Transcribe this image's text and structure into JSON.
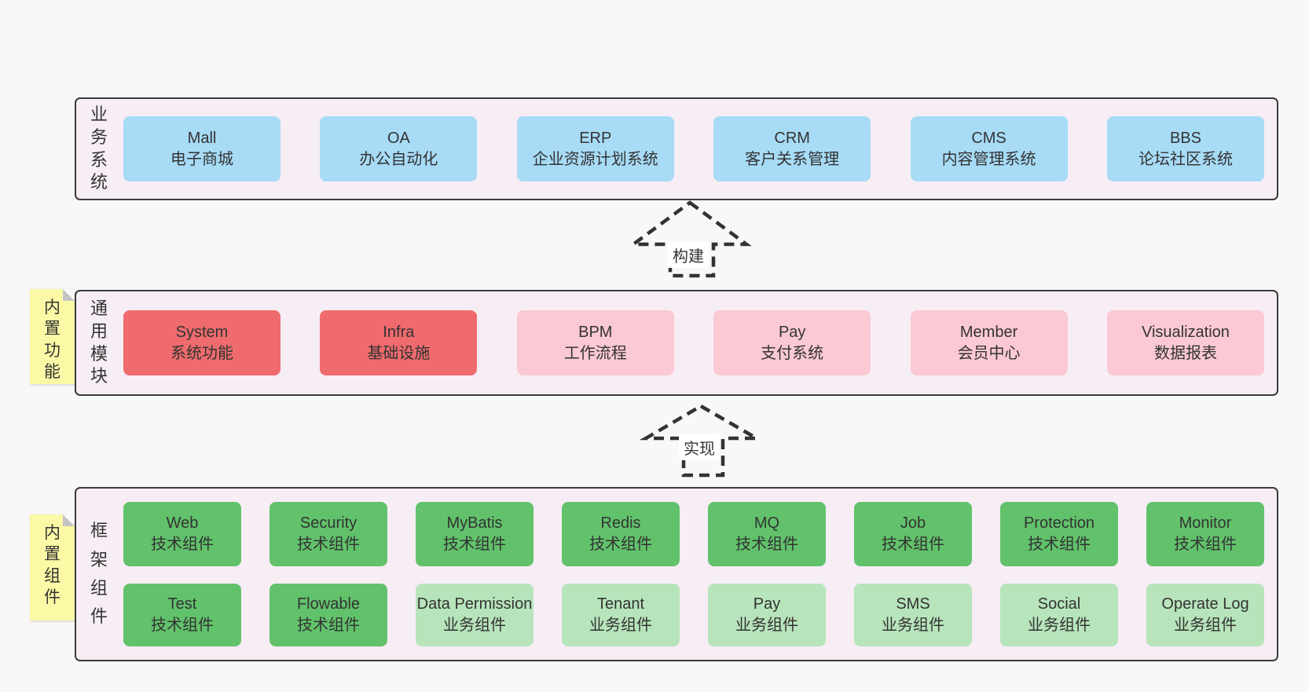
{
  "arrows": {
    "build_label": "构建",
    "implement_label": "实现"
  },
  "bands": {
    "business": {
      "label": "业务系统",
      "boxes": [
        {
          "name": "Mall",
          "subtitle": "电子商城"
        },
        {
          "name": "OA",
          "subtitle": "办公自动化"
        },
        {
          "name": "ERP",
          "subtitle": "企业资源计划系统"
        },
        {
          "name": "CRM",
          "subtitle": "客户关系管理"
        },
        {
          "name": "CMS",
          "subtitle": "内容管理系统"
        },
        {
          "name": "BBS",
          "subtitle": "论坛社区系统"
        }
      ]
    },
    "modules": {
      "label": "通用模块",
      "sticky_note": "内置功能",
      "boxes": [
        {
          "name": "System",
          "subtitle": "系统功能",
          "color": "#ef6b6d"
        },
        {
          "name": "Infra",
          "subtitle": "基础设施",
          "color": "#ef6b6d"
        },
        {
          "name": "BPM",
          "subtitle": "工作流程",
          "color": "#fbc9d3"
        },
        {
          "name": "Pay",
          "subtitle": "支付系统",
          "color": "#fbc9d3"
        },
        {
          "name": "Member",
          "subtitle": "会员中心",
          "color": "#fbc9d3"
        },
        {
          "name": "Visualization",
          "subtitle": "数据报表",
          "color": "#fbc9d3"
        }
      ]
    },
    "components": {
      "label": "框架组件",
      "sticky_note": "内置组件",
      "row1": [
        {
          "name": "Web",
          "subtitle": "技术组件"
        },
        {
          "name": "Security",
          "subtitle": "技术组件"
        },
        {
          "name": "MyBatis",
          "subtitle": "技术组件"
        },
        {
          "name": "Redis",
          "subtitle": "技术组件"
        },
        {
          "name": "MQ",
          "subtitle": "技术组件"
        },
        {
          "name": "Job",
          "subtitle": "技术组件"
        },
        {
          "name": "Protection",
          "subtitle": "技术组件"
        },
        {
          "name": "Monitor",
          "subtitle": "技术组件"
        }
      ],
      "row2": [
        {
          "name": "Test",
          "subtitle": "技术组件",
          "color": "#61c26b"
        },
        {
          "name": "Flowable",
          "subtitle": "技术组件",
          "color": "#61c26b"
        },
        {
          "name": "Data Permission",
          "subtitle": "业务组件",
          "color": "#b7e4ba"
        },
        {
          "name": "Tenant",
          "subtitle": "业务组件",
          "color": "#b7e4ba"
        },
        {
          "name": "Pay",
          "subtitle": "业务组件",
          "color": "#b7e4ba"
        },
        {
          "name": "SMS",
          "subtitle": "业务组件",
          "color": "#b7e4ba"
        },
        {
          "name": "Social",
          "subtitle": "业务组件",
          "color": "#b7e4ba"
        },
        {
          "name": "Operate Log",
          "subtitle": "业务组件",
          "color": "#b7e4ba"
        }
      ]
    }
  },
  "colors": {
    "page_bg": "#f8f8f8",
    "band_bg": "#f7edf5",
    "band_border": "#333333",
    "business_box": "#a7dbf6",
    "core_module_box": "#ef6b6d",
    "module_box": "#fbc9d3",
    "tech_component_box": "#61c26b",
    "biz_component_box": "#b7e4ba",
    "sticky_note": "#fbf9a6",
    "text": "#333333"
  }
}
